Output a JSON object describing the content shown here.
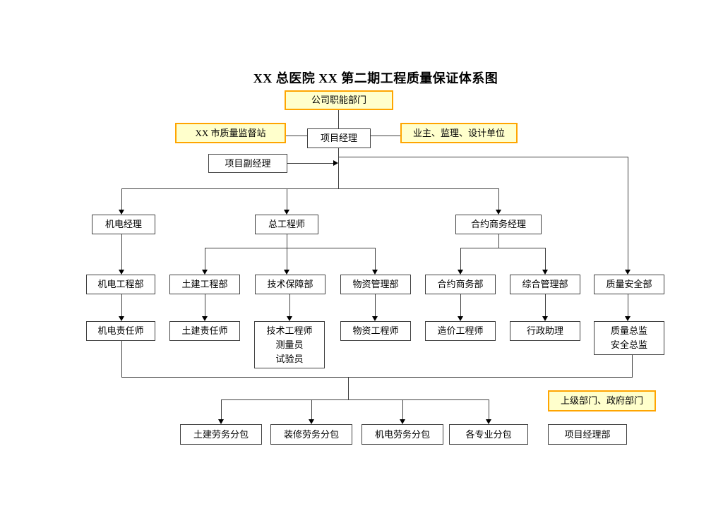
{
  "title": "XX 总医院 XX 第二期工程质量保证体系图",
  "colors": {
    "highlight_fill": "#FFFFCC",
    "highlight_border": "#FFA500",
    "box_border": "#404040",
    "line": "#404040",
    "text": "#000000",
    "background": "#FFFFFF"
  },
  "nodes": {
    "company_dept": {
      "label": "公司职能部门"
    },
    "station": {
      "label": "XX 市质量监督站"
    },
    "pm": {
      "label": "项目经理"
    },
    "owner": {
      "label": "业主、监理、设计单位"
    },
    "deputy_pm": {
      "label": "项目副经理"
    },
    "mech_mgr": {
      "label": "机电经理"
    },
    "chief_eng": {
      "label": "总工程师"
    },
    "contract_mgr": {
      "label": "合约商务经理"
    },
    "mech_dept": {
      "label": "机电工程部"
    },
    "civil_dept": {
      "label": "土建工程部"
    },
    "tech_dept": {
      "label": "技术保障部"
    },
    "material_dept": {
      "label": "物资管理部"
    },
    "contract_dept": {
      "label": "合约商务部"
    },
    "general_dept": {
      "label": "综合管理部"
    },
    "quality_dept": {
      "label": "质量安全部"
    },
    "mech_resp": {
      "label": "机电责任师"
    },
    "civil_resp": {
      "label": "土建责任师"
    },
    "tech_staff": {
      "label": "技术工程师\n测量员\n试验员"
    },
    "material_eng": {
      "label": "物资工程师"
    },
    "cost_eng": {
      "label": "造价工程师"
    },
    "admin_asst": {
      "label": "行政助理"
    },
    "qs_chiefs": {
      "label": "质量总监\n安全总监"
    },
    "civil_sub": {
      "label": "土建劳务分包"
    },
    "decor_sub": {
      "label": "装修劳务分包"
    },
    "mech_sub": {
      "label": "机电劳务分包"
    },
    "spec_sub": {
      "label": "各专业分包"
    },
    "upper_govt": {
      "label": "上级部门、政府部门"
    },
    "pm_dept": {
      "label": "项目经理部"
    }
  }
}
